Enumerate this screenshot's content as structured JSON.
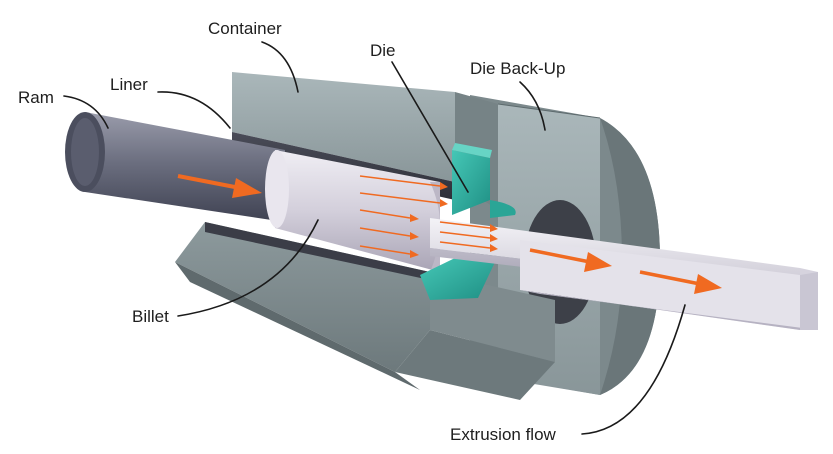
{
  "labels": {
    "container": "Container",
    "die": "Die",
    "die_backup": "Die Back-Up",
    "ram": "Ram",
    "liner": "Liner",
    "billet": "Billet",
    "extrusion_flow": "Extrusion flow"
  },
  "colors": {
    "flow_arrow": "#f06a21",
    "die": "#2fb3a4",
    "steel": "#8e9ca0",
    "ram": "#6b6f7e",
    "billet": "#d8d4df"
  }
}
